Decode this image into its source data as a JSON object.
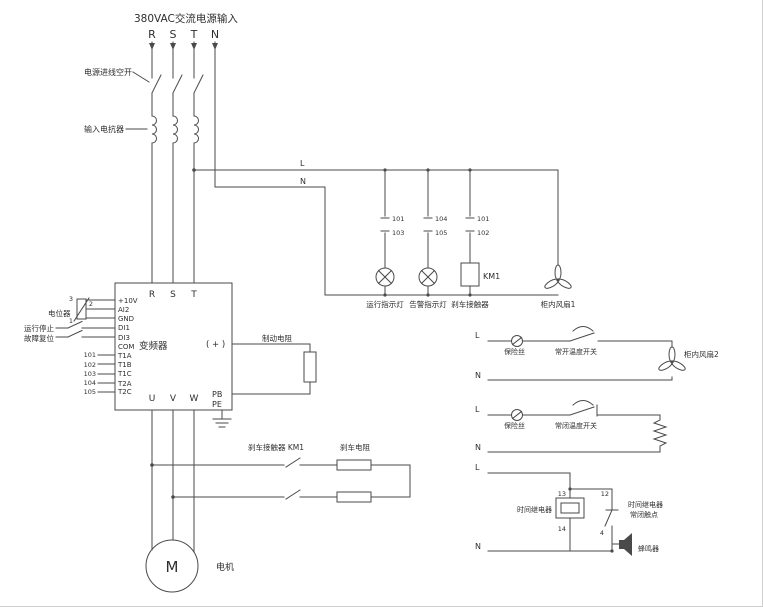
{
  "title": "380VAC交流电源输入",
  "phases": [
    "R",
    "S",
    "T",
    "N"
  ],
  "incoming": {
    "breaker_label": "电源进线空开",
    "reactor_label": "输入电抗器"
  },
  "control_bus": {
    "l": "L",
    "n": "N"
  },
  "branches": {
    "run_lamp": {
      "wire_top": "101",
      "wire_bottom": "103",
      "label": "运行指示灯"
    },
    "alarm_lamp": {
      "wire_top": "104",
      "wire_bottom": "105",
      "label": "告警指示灯"
    },
    "brake_contactor": {
      "wire_top": "101",
      "wire_bottom": "102",
      "coil": "KM1",
      "label": "刹车接触器"
    },
    "fan1": {
      "label": "柜内风扇1"
    }
  },
  "inverter": {
    "name": "变频器",
    "input_terminals": [
      "R",
      "S",
      "T"
    ],
    "output_terminals": [
      "U",
      "V",
      "W"
    ],
    "dc_plus": "( + )",
    "pb": "PB",
    "pe": "PE",
    "left_terminals": [
      "+10V",
      "AI2",
      "GND",
      "DI1",
      "DI3",
      "COM",
      "T1A",
      "T1B",
      "T1C",
      "T2A",
      "T2C"
    ],
    "relay_wires": [
      "101",
      "102",
      "103",
      "104",
      "105"
    ]
  },
  "left_io": {
    "pot_label": "电位器",
    "pot_pins": [
      "3",
      "2",
      "1"
    ],
    "run_stop": "运行停止",
    "fault_reset": "故障复位"
  },
  "brake": {
    "resistor_label": "制动电阻",
    "contactor_label": "刹车接触器 KM1",
    "brake_resistor_label": "刹车电阻"
  },
  "motor": {
    "symbol": "M",
    "label": "电机"
  },
  "fan2_circuit": {
    "l": "L",
    "n": "N",
    "fuse": "保险丝",
    "switch": "常开温度开关",
    "fan": "柜内风扇2"
  },
  "heater_circuit": {
    "l": "L",
    "n": "N",
    "fuse": "保险丝",
    "switch": "常闭温度开关"
  },
  "timer_circuit": {
    "l": "L",
    "n": "N",
    "relay_label": "时间继电器",
    "t13": "13",
    "t12": "12",
    "t14": "14",
    "t4": "4",
    "contact_label_line1": "时间继电器",
    "contact_label_line2": "常闭触点",
    "buzzer": "蜂鸣器"
  }
}
